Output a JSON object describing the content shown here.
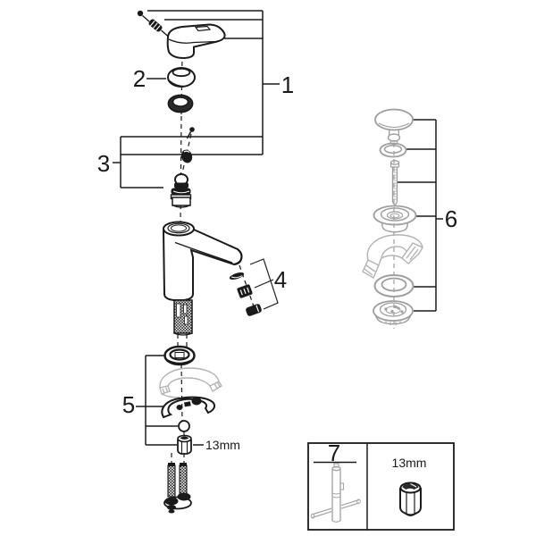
{
  "diagram": {
    "type": "exploded-parts-diagram",
    "background_color": "#ffffff",
    "line_color": "#1a1a1a",
    "gray_part_color": "#9e9e9e",
    "light_gray_part_color": "#b3b3b3",
    "callouts": {
      "n1": "1",
      "n2": "2",
      "n3": "3",
      "n4": "4",
      "n5": "5",
      "n6": "6"
    },
    "annotations": {
      "nut_size": "13mm"
    },
    "legend": {
      "tool_number": "7",
      "socket_size": "13mm"
    }
  }
}
